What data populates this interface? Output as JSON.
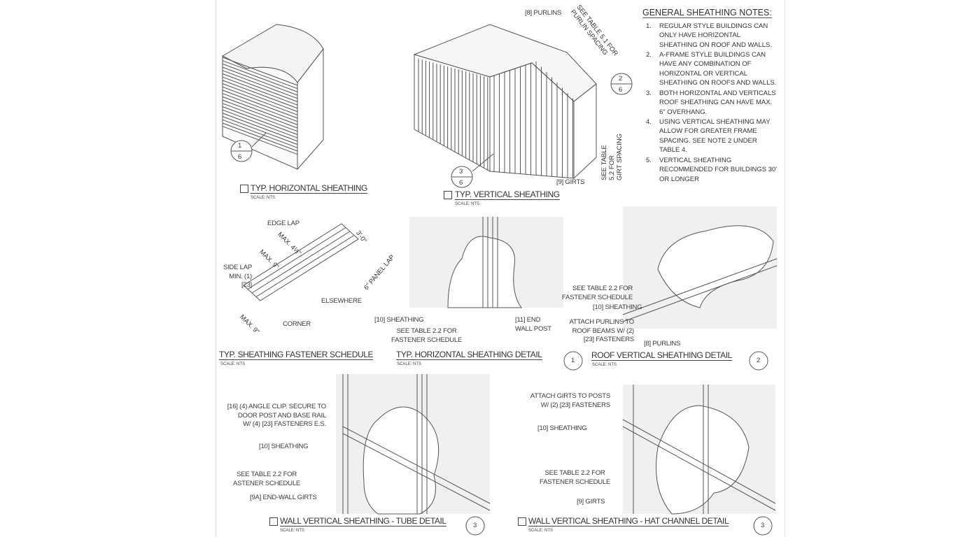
{
  "notes": {
    "title": "GENERAL SHEATHING NOTES:",
    "items": [
      {
        "n": "1.",
        "text": "REGULAR STYLE BUILDINGS CAN\nONLY HAVE HORIZONTAL\nSHEATHING ON ROOF AND WALLS."
      },
      {
        "n": "2.",
        "text": "A-FRAME STYLE BUILDINGS CAN\nHAVE ANY COMBINATION OF\nHORIZONTAL OR VERTICAL\nSHEATHING ON ROOFS AND WALLS."
      },
      {
        "n": "3.",
        "text": "BOTH HORIZONTAL AND VERTICALS\nROOF SHEATHING CAN HAVE MAX.\n6\" OVERHANG."
      },
      {
        "n": "4.",
        "text": "USING VERTICAL SHEATHING MAY\nALLOW FOR GREATER FRAME\nSPACING. SEE NOTE 2 UNDER\nTABLE 4."
      },
      {
        "n": "5.",
        "text": "VERTICAL SHEATHING\nRECOMMENDED FOR BUILDINGS 30'\nOR LONGER"
      }
    ]
  },
  "scale": "SCALE: NTS",
  "views": {
    "horizontal": {
      "title": "TYP. HORIZONTAL SHEATHING",
      "bubble_top": "1",
      "bubble_bottom": "6"
    },
    "vertical": {
      "title": "TYP. VERTICAL SHEATHING",
      "bubble_top": "3",
      "bubble_bottom": "6",
      "purlins": "[8] PURLINS",
      "purlin_note": "SEE TABLE 5.1 FOR\nPURLIN SPACING",
      "girts": "[9] GIRTS",
      "girt_note": "SEE TABLE\n5.2 FOR\nGIRT SPACING",
      "ref_top": "2",
      "ref_bottom": "6"
    },
    "fastener": {
      "title": "TYP.  SHEATHING FASTENER SCHEDULE",
      "edge_lap": "EDGE LAP",
      "max_4_5": "MAX. 4½\"",
      "max_9a": "MAX. 9\"",
      "max_9b": "MAX. 9\"",
      "side_lap": "SIDE LAP\nMIN. (1) [23]",
      "dim_3": "3'-0\"",
      "panel_lap": "6\" PANEL LAP",
      "elsewhere": "ELSEWHERE",
      "corner": "CORNER"
    },
    "horiz_detail": {
      "title": "TYP. HORIZONTAL SHEATHING DETAIL",
      "bubble": "1",
      "sheathing": "[10] SHEATHING",
      "see_table": "SEE TABLE 2.2 FOR\nFASTENER SCHEDULE",
      "end_post": "[11] END\nWALL POST"
    },
    "roof_detail": {
      "title": "ROOF VERTICAL SHEATHING DETAIL",
      "bubble": "2",
      "see_table": "SEE TABLE 2.2 FOR\nFASTENER SCHEDULE",
      "sheathing": "[10] SHEATHING",
      "attach": "ATTACH PURLINS TO\nROOF BEAMS W/ (2)\n[23] FASTENERS",
      "purlins": "[8] PURLINS"
    },
    "tube_detail": {
      "title": "WALL VERTICAL SHEATHING - TUBE DETAIL",
      "bubble": "3",
      "angle_clip": "[16] (4) ANGLE CLIP. SECURE TO\nDOOR POST AND BASE RAIL\nW/ (4) [23] FASTENERS E.S.",
      "sheathing": "[10] SHEATHING",
      "see_table": "SEE TABLE 2.2 FOR\nASTENER SCHEDULE",
      "girts": "[9A] END-WALL GIRTS"
    },
    "hat_detail": {
      "title": "WALL VERTICAL SHEATHING - HAT CHANNEL DETAIL",
      "bubble": "3",
      "attach": "ATTACH GIRTS TO POSTS\nW/ (2) [23] FASTENERS",
      "sheathing": "[10] SHEATHING",
      "see_table": "SEE TABLE 2.2 FOR\nFASTENER SCHEDULE",
      "girts": "[9] GIRTS"
    }
  }
}
